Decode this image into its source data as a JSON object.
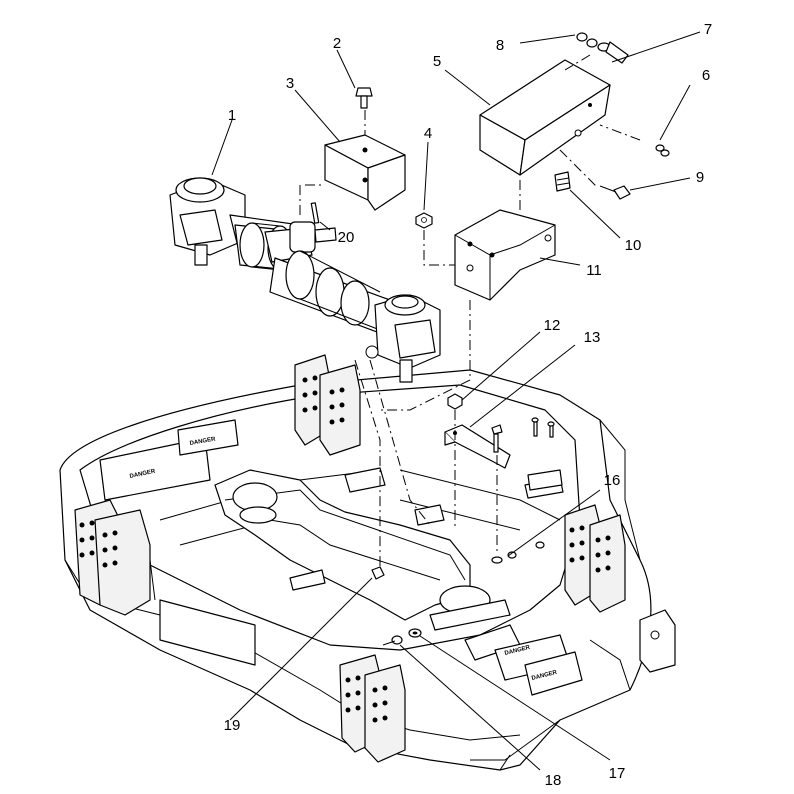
{
  "callouts": [
    "1",
    "2",
    "3",
    "4",
    "5",
    "6",
    "7",
    "8",
    "9",
    "10",
    "11",
    "12",
    "13",
    "16",
    "17",
    "18",
    "19",
    "20"
  ],
  "decals": [
    "DANGER",
    "DANGER",
    "DANGER",
    "DANGER"
  ]
}
